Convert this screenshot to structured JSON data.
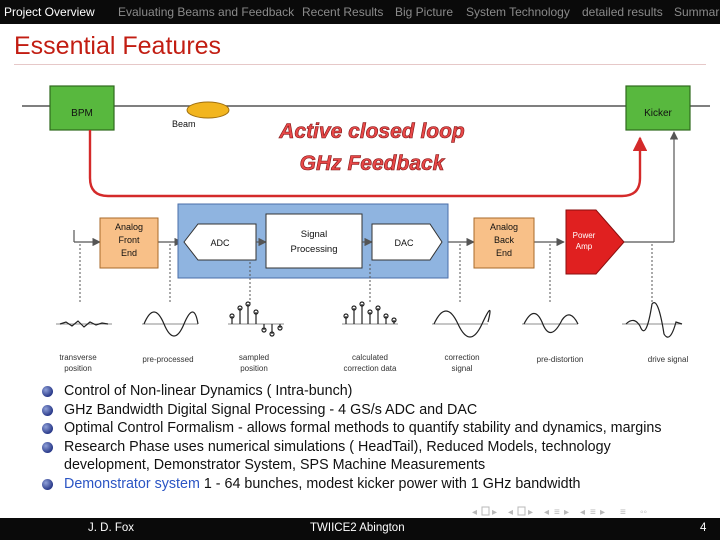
{
  "nav": {
    "items": [
      "Project Overview",
      "Evaluating Beams and Feedback",
      "Recent Results",
      "Big Picture",
      "System Technology",
      "detailed results",
      "Summar"
    ]
  },
  "slide": {
    "title": "Essential Features"
  },
  "diagram": {
    "bpm": "BPM",
    "beam": "Beam",
    "kicker": "Kicker",
    "loop_line1": "Active closed loop",
    "loop_line2": "GHz Feedback",
    "afe": [
      "Analog",
      "Front",
      "End"
    ],
    "adc": "ADC",
    "sp": [
      "Signal",
      "Processing"
    ],
    "dac": "DAC",
    "abe": [
      "Analog",
      "Back",
      "End"
    ],
    "amp": [
      "Power",
      "Amp"
    ],
    "signals": [
      [
        "transverse",
        "position"
      ],
      [
        "pre-processed"
      ],
      [
        "sampled",
        "position"
      ],
      [
        "calculated",
        "correction data"
      ],
      [
        "correction",
        "signal"
      ],
      [
        "pre-distortion"
      ],
      [
        "drive signal"
      ]
    ],
    "colors": {
      "bpm_fill": "#58b83e",
      "analog_fill": "#f8c088",
      "dsp_fill": "#8fb4e0",
      "amp_fill": "#e02020",
      "loop_line": "#d42a2a",
      "beam_fill": "#f2b51e"
    }
  },
  "bullets": [
    {
      "text": "Control of Non-linear Dynamics ( Intra-bunch)"
    },
    {
      "text": "GHz Bandwidth Digital Signal Processing - 4 GS/s ADC and DAC"
    },
    {
      "text": "Optimal Control Formalism - allows formal methods to quantify stability and dynamics, margins"
    },
    {
      "text": "Research Phase uses numerical simulations ( HeadTail), Reduced Models, technology development, Demonstrator System, SPS Machine Measurements"
    },
    {
      "highlight": "Demonstrator system",
      "text": " 1 - 64 bunches, modest kicker power with 1 GHz bandwidth"
    }
  ],
  "footer": {
    "author": "J. D. Fox",
    "event": "TWIICE2 Abington",
    "page": "4"
  }
}
